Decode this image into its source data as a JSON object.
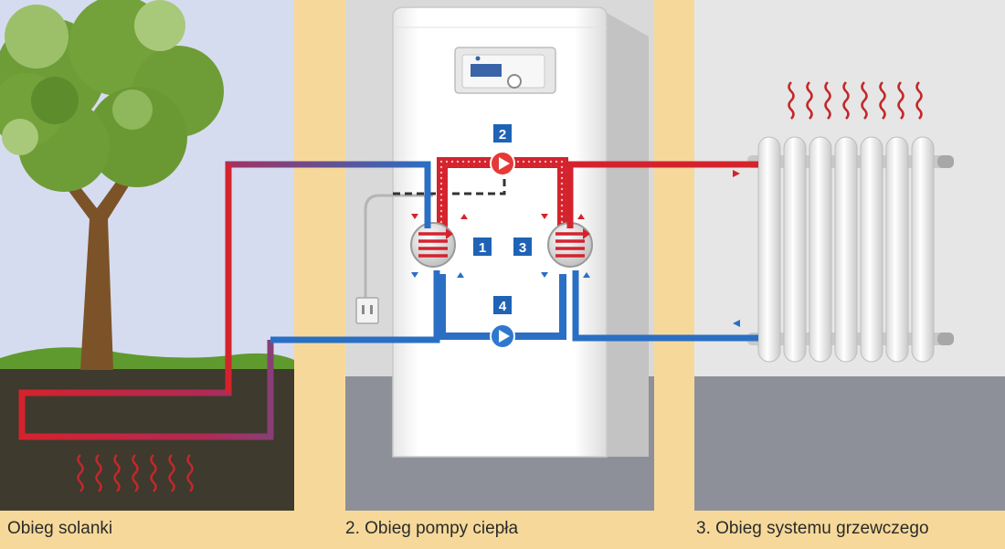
{
  "captions": {
    "brine": "Obieg solanki",
    "heat_pump": "2. Obieg pompy ciepła",
    "heating": "3. Obieg systemu grzewczego"
  },
  "markers": {
    "pump_top": "2",
    "middle_left": "1",
    "middle_right": "3",
    "pump_bottom": "4"
  },
  "colors": {
    "hot": "#d4232d",
    "cold": "#2a6fc4",
    "background": "#f6d99a",
    "marker": "#1f63b6",
    "tree_leaves": "#6e9d37",
    "trunk": "#7c5328"
  },
  "icons": [
    "tree-icon",
    "heat-pump-unit-icon",
    "control-panel-icon",
    "radiator-icon",
    "heat-wave-icon",
    "circulation-pump-icon",
    "heat-exchanger-icon",
    "power-plug-icon"
  ]
}
